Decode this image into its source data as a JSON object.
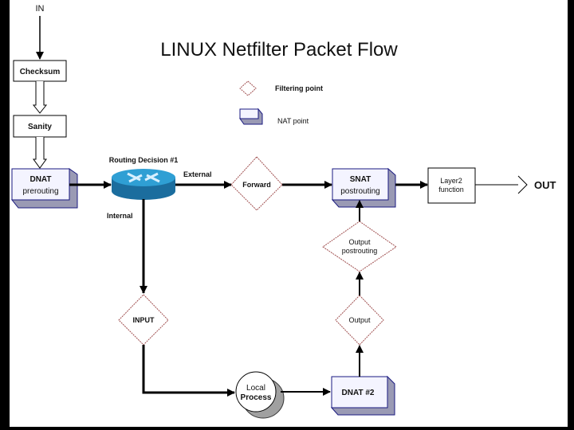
{
  "title": "LINUX Netfilter Packet Flow",
  "legend": {
    "filtering_point": "Filtering point",
    "nat_point": "NAT point"
  },
  "labels": {
    "in": "IN",
    "out": "OUT",
    "external": "External",
    "internal": "Internal",
    "routing_decision": "Routing Decision #1"
  },
  "nodes": {
    "checksum": "Checksum",
    "sanity": "Sanity",
    "dnat_prerouting_1": "DNAT",
    "dnat_prerouting_2": "prerouting",
    "forward": "Forward",
    "snat_postrouting_1": "SNAT",
    "snat_postrouting_2": "postrouting",
    "layer2_1": "Layer2",
    "layer2_2": "function",
    "output_postrouting_1": "Output",
    "output_postrouting_2": "postrouting",
    "output": "Output",
    "input": "INPUT",
    "local_process_1": "Local",
    "local_process_2": "Process",
    "dnat2": "DNAT #2"
  },
  "colors": {
    "frame": "#000000",
    "diamond_stroke": "#a05050",
    "nat_face": "#f4f4ff",
    "nat_border": "#1a1a80",
    "nat_shadow": "#9a9ab4",
    "router_top": "#2f9fd4",
    "router_side": "#1b6d9e",
    "process_shadow": "#a0a0a0"
  }
}
